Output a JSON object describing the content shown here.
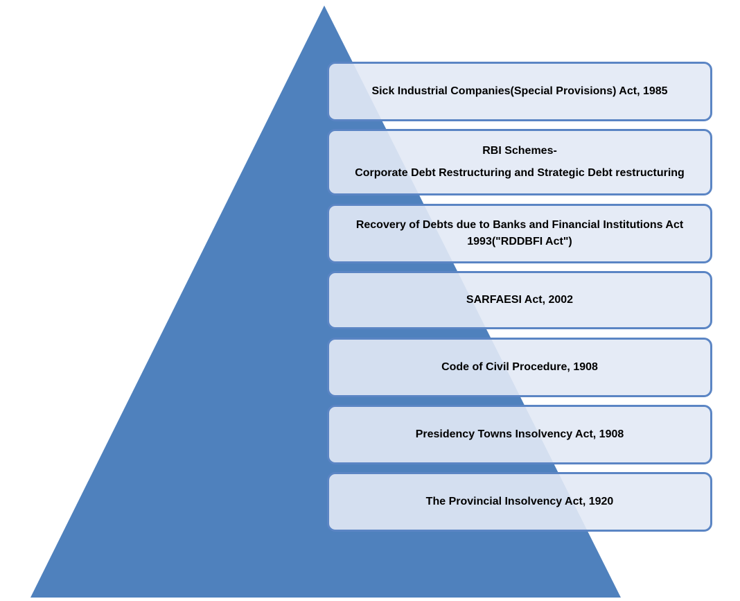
{
  "diagram": {
    "colors": {
      "pyramid_fill": "#4f81bd",
      "box_border": "#5b85c4",
      "box_fill": "#e2e9f5"
    },
    "boxes": [
      {
        "line1": "Sick Industrial Companies(Special Provisions) Act, 1985",
        "line2": ""
      },
      {
        "line1": "RBI Schemes-",
        "line2": "Corporate Debt Restructuring and Strategic Debt restructuring"
      },
      {
        "line1": "Recovery of Debts due to Banks and Financial Institutions Act",
        "line2": "1993(\"RDDBFI Act\")"
      },
      {
        "line1": "SARFAESI Act, 2002",
        "line2": ""
      },
      {
        "line1": "Code of Civil Procedure, 1908",
        "line2": ""
      },
      {
        "line1": "Presidency Towns Insolvency Act, 1908",
        "line2": ""
      },
      {
        "line1": "The Provincial Insolvency Act, 1920",
        "line2": ""
      }
    ]
  }
}
